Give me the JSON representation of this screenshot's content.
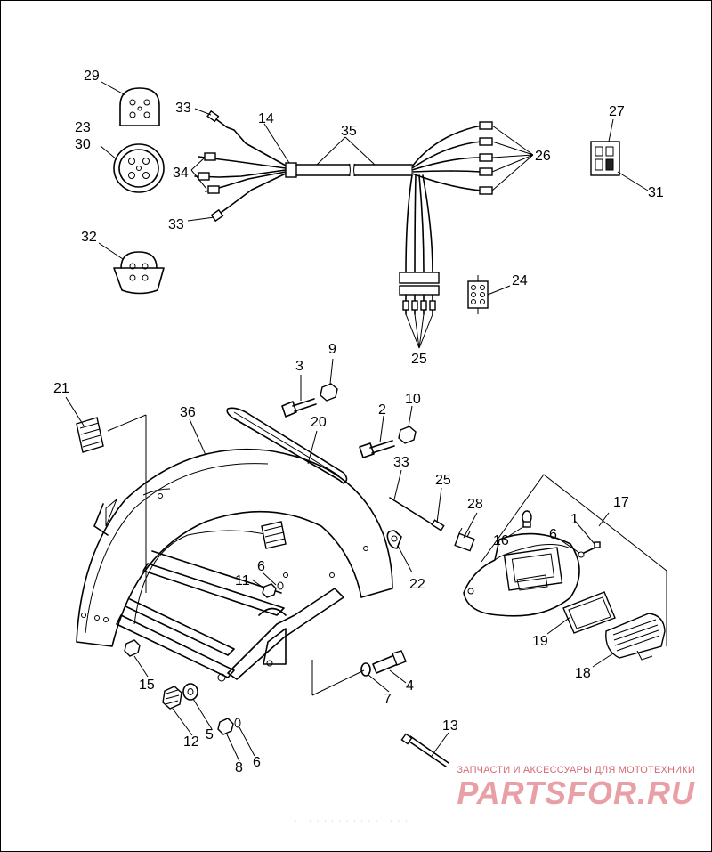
{
  "diagram": {
    "callouts": {
      "c1": "1",
      "c2": "2",
      "c3": "3",
      "c4": "4",
      "c5": "5",
      "c6a": "6",
      "c6b": "6",
      "c6c": "6",
      "c7": "7",
      "c8": "8",
      "c9": "9",
      "c10": "10",
      "c11": "11",
      "c12": "12",
      "c13": "13",
      "c14": "14",
      "c15": "15",
      "c16": "16",
      "c17": "17",
      "c18": "18",
      "c19": "19",
      "c20": "20",
      "c21": "21",
      "c22": "22",
      "c23": "23",
      "c24": "24",
      "c25a": "25",
      "c25b": "25",
      "c26": "26",
      "c27": "27",
      "c28": "28",
      "c29": "29",
      "c30": "30",
      "c31": "31",
      "c32": "32",
      "c33a": "33",
      "c33b": "33",
      "c33c": "33",
      "c34": "34",
      "c35": "35",
      "c36": "36"
    }
  },
  "watermark": {
    "tagline": "ЗАПЧАСТИ И АКСЕССУАРЫ ДЛЯ МОТОТЕХНИКИ",
    "logo": "PARTSFOR.RU",
    "color": "#e8a0a6"
  }
}
